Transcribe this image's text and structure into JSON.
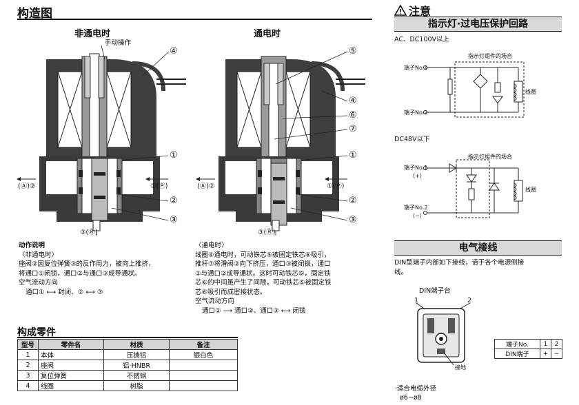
{
  "left": {
    "title": "构造图",
    "diagram_off": {
      "title": "非通电时",
      "manual": "手动操作",
      "callouts": [
        "④",
        "①",
        "②",
        "③"
      ],
      "port_a": "(Ⓐ)②",
      "port_p": "①(Ⓟ)",
      "port_r": "③(Ⓡ)"
    },
    "diagram_on": {
      "title": "通电时",
      "callouts": [
        "⑤",
        "④",
        "⑥",
        "⑦",
        "①",
        "②",
        "③"
      ],
      "port_a": "(Ⓐ)②",
      "port_p": "①(Ⓟ)",
      "port_r": "③(Ⓡ)"
    },
    "explain_off": {
      "heading": "动作说明",
      "sub": "〈非通电时〉",
      "lines": [
        "座阀②因复位弹簧③的反作用力，被向上推挤，",
        "将通口①闭锁，通口②与通口③成导通状。"
      ],
      "flow_label": "空气流动方向",
      "flow": "通口① ⟷ 封闭、② ⟷ ③"
    },
    "explain_on": {
      "sub": "〈通电时〉",
      "lines": [
        "线圈④通电时，可动铁芯⑤被固定铁芯⑥吸引，",
        "推杆⑦将滑阀②向下挤压，通口③被闭锁，通口",
        "①与通口②成导通状。这时可动铁芯⑤，固定铁",
        "芯⑥的中间虽产生了间隙，可动铁芯⑤被固定铁",
        "芯⑥吸引而成密接状态。"
      ],
      "flow_label": "空气流动方向",
      "flow": "通口① ⟶ 通口②、通口③ ⟷ 闭锁"
    },
    "parts": {
      "title": "构成零件",
      "headers": [
        "型号",
        "零件名",
        "材质",
        "备注"
      ],
      "rows": [
        [
          "1",
          "本体",
          "压铸铝",
          "银白色"
        ],
        [
          "2",
          "座阀",
          "铝·HNBR",
          ""
        ],
        [
          "3",
          "复位弹簧",
          "不锈钢",
          ""
        ],
        [
          "4",
          "线圈",
          "树脂",
          ""
        ]
      ]
    }
  },
  "right": {
    "caution": "注意",
    "bar1": "指示灯·过电压保护回路",
    "ac_label": "AC、DC100V以上",
    "dc_label": "DC48V以下",
    "indicator_label": "指示灯组件的场合",
    "term1": "端子No.1",
    "term2": "端子No.2",
    "coil": "线圈",
    "plus": "（+）",
    "minus": "（−）",
    "bar2": "电气接线",
    "din_text_1": "DIN型端子内部如下接线，请于各个电源侧接",
    "din_text_2": "线。",
    "din_label": "DIN端子台",
    "din_1": "1",
    "din_2": "2",
    "ground": "接地",
    "term_table": [
      [
        "端子No.",
        "1",
        "2"
      ],
      [
        "DIN端子",
        "+",
        "−"
      ]
    ],
    "cable_label": "·适合电缆外径",
    "cable_value": "ø6~ø8"
  }
}
